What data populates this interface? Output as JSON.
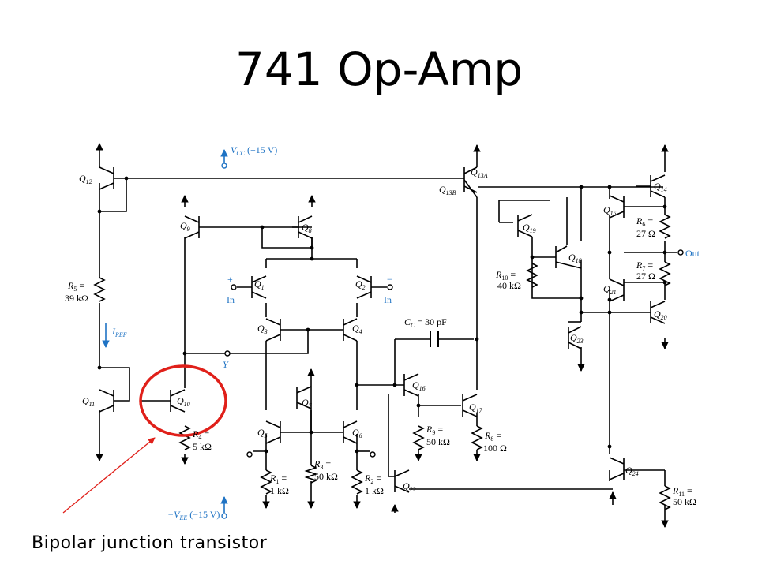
{
  "slide": {
    "title": "741 Op-Amp",
    "caption": "Bipolar junction transistor"
  },
  "colors": {
    "wire": "#000000",
    "annotation": "#1f73c4",
    "highlight": "#e0201a"
  },
  "labels": {
    "vcc": "V",
    "vcc_sub": "CC",
    "vcc_value": "(+15 V)",
    "vee": "−V",
    "vee_sub": "EE",
    "vee_value": "(−15 V)",
    "iref": "I",
    "iref_sub": "REF",
    "in_plus_sign": "+",
    "in_minus_sign": "−",
    "in_plus": "In",
    "in_minus": "In",
    "out": "Out",
    "y_node": "Y",
    "cc": "C",
    "cc_sub": "C",
    "cc_value": "= 30 pF"
  },
  "transistors": {
    "q1": "Q",
    "q1_sub": "1",
    "q2": "Q",
    "q2_sub": "2",
    "q3": "Q",
    "q3_sub": "3",
    "q4": "Q",
    "q4_sub": "4",
    "q5": "Q",
    "q5_sub": "5",
    "q6": "Q",
    "q6_sub": "6",
    "q7": "Q",
    "q7_sub": "7",
    "q8": "Q",
    "q8_sub": "8",
    "q9": "Q",
    "q9_sub": "9",
    "q10": "Q",
    "q10_sub": "10",
    "q11": "Q",
    "q11_sub": "11",
    "q12": "Q",
    "q12_sub": "12",
    "q13a": "Q",
    "q13a_sub": "13A",
    "q13b": "Q",
    "q13b_sub": "13B",
    "q14": "Q",
    "q14_sub": "14",
    "q15": "Q",
    "q15_sub": "15",
    "q16": "Q",
    "q16_sub": "16",
    "q17": "Q",
    "q17_sub": "17",
    "q18": "Q",
    "q18_sub": "18",
    "q19": "Q",
    "q19_sub": "19",
    "q20": "Q",
    "q20_sub": "20",
    "q21": "Q",
    "q21_sub": "21",
    "q22": "Q",
    "q22_sub": "22",
    "q23": "Q",
    "q23_sub": "23",
    "q24": "Q",
    "q24_sub": "24"
  },
  "resistors": {
    "r1": "R",
    "r1_sub": "1",
    "r1_eq": "=",
    "r1_val": "1 kΩ",
    "r2": "R",
    "r2_sub": "2",
    "r2_eq": "=",
    "r2_val": "1 kΩ",
    "r3": "R",
    "r3_sub": "3",
    "r3_eq": "=",
    "r3_val": "50 kΩ",
    "r4": "R",
    "r4_sub": "4",
    "r4_eq": "=",
    "r4_val": "5 kΩ",
    "r5": "R",
    "r5_sub": "5",
    "r5_eq": "=",
    "r5_val": "39 kΩ",
    "r6": "R",
    "r6_sub": "6",
    "r6_eq": "=",
    "r6_val": "27 Ω",
    "r7": "R",
    "r7_sub": "7",
    "r7_eq": "=",
    "r7_val": "27 Ω",
    "r8": "R",
    "r8_sub": "8",
    "r8_eq": "=",
    "r8_val": "100 Ω",
    "r9": "R",
    "r9_sub": "9",
    "r9_eq": "=",
    "r9_val": "50 kΩ",
    "r10": "R",
    "r10_sub": "10",
    "r10_eq": "=",
    "r10_val": "40 kΩ",
    "r11": "R",
    "r11_sub": "11",
    "r11_eq": "=",
    "r11_val": "50 kΩ"
  }
}
